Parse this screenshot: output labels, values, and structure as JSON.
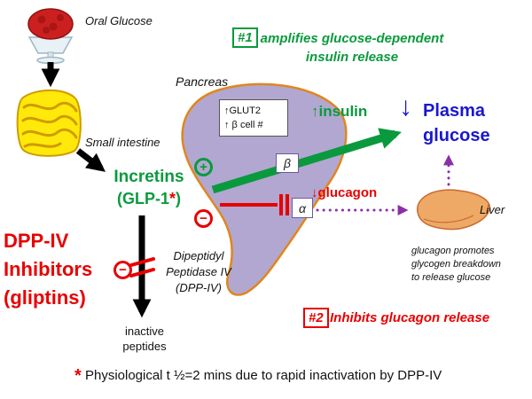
{
  "colors": {
    "green": "#0a9a3d",
    "red": "#e80000",
    "blue": "#1a17cf",
    "purple_arrow": "#8b2fa8",
    "pancreas_fill": "#b2a7d1",
    "pancreas_stroke": "#e0861f",
    "intestine_fill": "#ffe90a",
    "liver_fill": "#eda965"
  },
  "top_left": {
    "oral_glucose": "Oral Glucose",
    "small_intestine": "Small intestine"
  },
  "incretins": {
    "line1": "Incretins",
    "line2_open": "(GLP-1",
    "star": "*",
    "line2_close": ")"
  },
  "dpp4": {
    "line1": "DPP-IV",
    "line2": "Inhibitors",
    "line3": "(gliptins)"
  },
  "dipeptidyl": {
    "line1": "Dipeptidyl",
    "line2": "Peptidase IV",
    "line3": "(DPP-IV)"
  },
  "inactive": {
    "line1": "inactive",
    "line2": "peptides"
  },
  "pancreas": {
    "label": "Pancreas",
    "glut2_line1": "↑GLUT2",
    "glut2_line2": "↑ β cell #",
    "beta": "β",
    "alpha": "α"
  },
  "note1": {
    "number": "#1",
    "line1": "amplifies glucose-dependent",
    "line2": "insulin release"
  },
  "note2": {
    "number": "#2",
    "text": "Inhibits glucagon release"
  },
  "signals": {
    "insulin": "↑insulin",
    "glucagon": "↓glucagon",
    "plus": "+",
    "minus": "−"
  },
  "plasma": {
    "arrow": "↓",
    "line1": "Plasma",
    "line2": "glucose"
  },
  "liver": {
    "label": "Liver",
    "note_line1": "glucagon promotes",
    "note_line2": "glycogen breakdown",
    "note_line3": "to release glucose"
  },
  "footnote": {
    "star": "*",
    "text": "Physiological t ½=2 mins due to rapid inactivation by DPP-IV"
  }
}
